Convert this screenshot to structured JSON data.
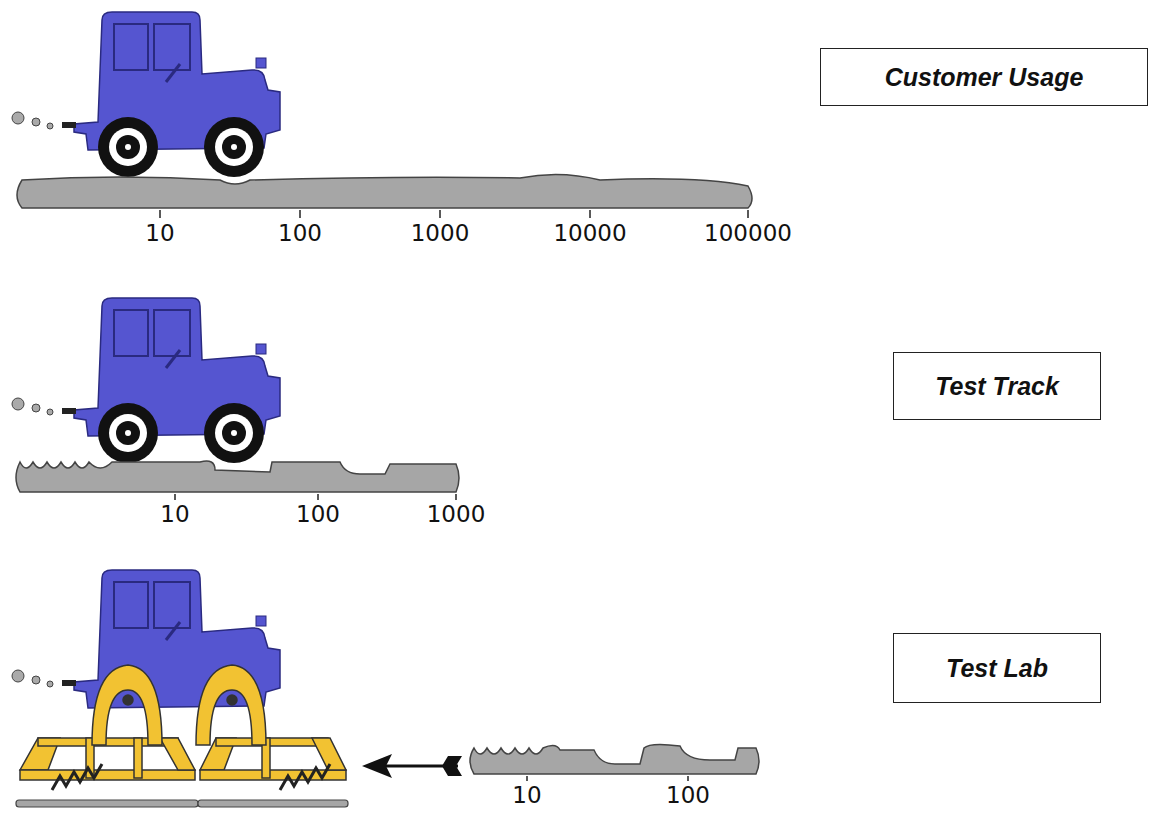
{
  "diagram": {
    "nodes": [
      {
        "text": [
          "Customer Usage"
        ]
      },
      {
        "text": [
          "Test Track"
        ]
      },
      {
        "text": [
          "Test Lab"
        ]
      }
    ],
    "labels": [
      "10",
      "100",
      "1000",
      "10000",
      "100000",
      "10",
      "100",
      "1000",
      "10",
      "100"
    ]
  }
}
